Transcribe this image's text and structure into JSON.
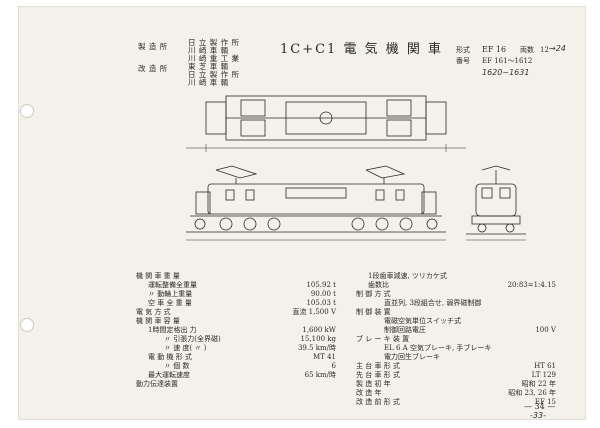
{
  "header": {
    "builder_label": "製 造 所",
    "rebuilder_label": "改 造 所",
    "builders": [
      "日 立 製 作 所",
      "川 崎 車 輌",
      "川 崎 重 工 業",
      "東 芝 車 輌",
      "日 立 製 作 所",
      "川 崎 車 輌"
    ],
    "title": "1C+C1 電 気 機 関 車",
    "model_label": "形式",
    "model_value": "EF 16",
    "count_label": "両数",
    "count_value": "12",
    "count_hand": "→24",
    "number_label": "番号",
    "number_value": "EF 161～1612",
    "number_hand": "1620~1631"
  },
  "specs_left": [
    {
      "label": "機 関 車 重 量",
      "value": "",
      "indent": 0
    },
    {
      "label": "運転整備全重量",
      "value": "105.92 t",
      "indent": 1
    },
    {
      "label": "〃 動輪上重量",
      "value": "90.00 t",
      "indent": 1
    },
    {
      "label": "空 車 全 重 量",
      "value": "105.03 t",
      "indent": 1
    },
    {
      "label": "電 気 方 式",
      "value": "直流 1,500 V",
      "indent": 0
    },
    {
      "label": "機 関 車 容 量",
      "value": "",
      "indent": 0
    },
    {
      "label": "1時間定格出 力",
      "value": "1,600 kW",
      "indent": 1
    },
    {
      "label": "〃 引張力(全界磁)",
      "value": "15,100 kg",
      "indent": 2
    },
    {
      "label": "〃 速 度( 〃 )",
      "value": "39.5 km/時",
      "indent": 2
    },
    {
      "label": "電 動 機 形 式",
      "value": "MT 41",
      "indent": 1
    },
    {
      "label": "〃 個 数",
      "value": "6",
      "indent": 2
    },
    {
      "label": "最大運転速度",
      "value": "65 km/時",
      "indent": 1
    },
    {
      "label": "動力伝達装置",
      "value": "",
      "indent": 0
    }
  ],
  "specs_right": [
    {
      "label": "1段歯車減速, ツリカケ式",
      "value": "",
      "indent": 1
    },
    {
      "label": "歯数比",
      "value": "20:83=1:4.15",
      "indent": 1
    },
    {
      "label": "制 御 方 式",
      "value": "",
      "indent": 0
    },
    {
      "label": "直並列, 3段組合せ, 弱界磁制御",
      "value": "",
      "indent": 2
    },
    {
      "label": "制 御 装 置",
      "value": "",
      "indent": 0
    },
    {
      "label": "電磁空気単位スイッチ式",
      "value": "",
      "indent": 2
    },
    {
      "label": "制御回路電圧",
      "value": "100 V",
      "indent": 2
    },
    {
      "label": "ブ レ ー キ 装 置",
      "value": "",
      "indent": 0
    },
    {
      "label": "EL 6 A 空気ブレーキ, 手ブレーキ",
      "value": "",
      "indent": 2
    },
    {
      "label": "電力回生ブレーキ",
      "value": "",
      "indent": 2
    },
    {
      "label": "主 台 車 形 式",
      "value": "HT 61",
      "indent": 0
    },
    {
      "label": "先 台 車 形 式",
      "value": "LT 129",
      "indent": 0
    },
    {
      "label": "製 造 初 年",
      "value": "昭和 22 年",
      "indent": 0
    },
    {
      "label": "改 造 年",
      "value": "昭和 23, 26 年",
      "indent": 0
    },
    {
      "label": "改 造 前 形 式",
      "value": "EF 15",
      "indent": 0
    }
  ],
  "page_number": "— 34 —",
  "page_number_alt": "-33-"
}
